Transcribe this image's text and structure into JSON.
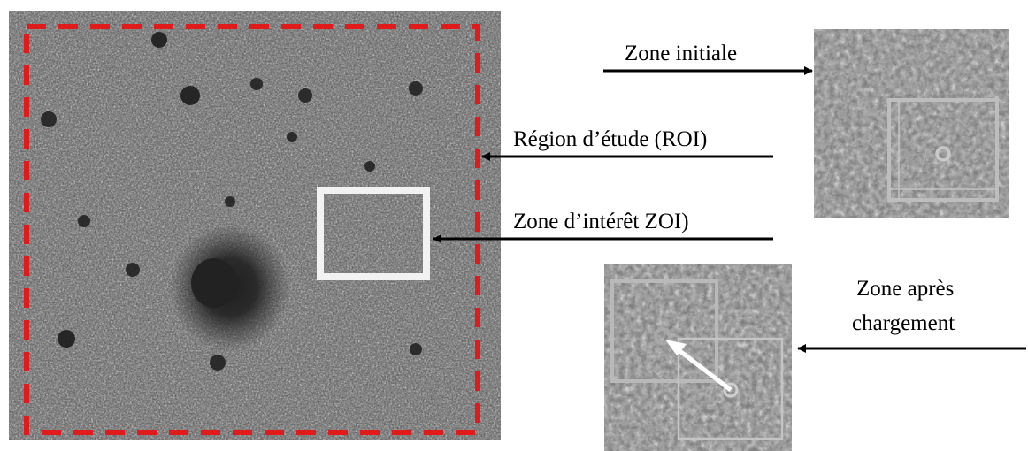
{
  "labels": {
    "zone_initiale": "Zone initiale",
    "roi": "Région d’étude (ROI)",
    "zoi": "Zone d’intérêt ZOI)",
    "zone_apres_line1": "Zone après",
    "zone_apres_line2": "chargement"
  },
  "colors": {
    "roi_border": "#e01b1b",
    "zoi_border": "#f2f2f2",
    "arrow": "#000000",
    "subset_frame": "#b9b9b9",
    "displacement_arrow": "#ffffff"
  },
  "images": {
    "main_specimen": "speckle-pattern",
    "initial_zone": "speckle-zoom",
    "loaded_zone": "speckle-zoom-displaced"
  }
}
